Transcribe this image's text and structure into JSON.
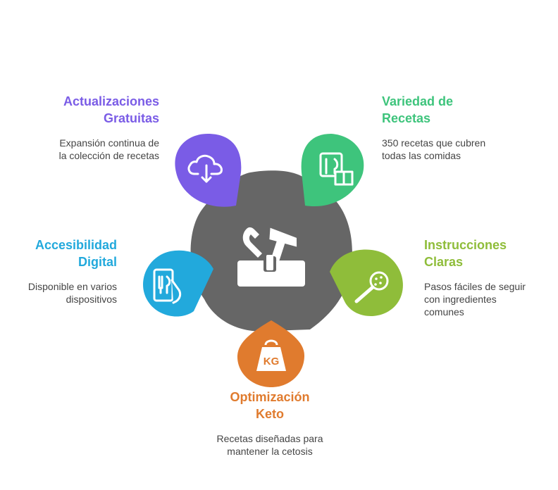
{
  "items": [
    {
      "title": [
        "Actualizaciones",
        "Gratuitas"
      ],
      "desc": [
        "Expansión continua de",
        "la colección de recetas"
      ],
      "color": "#7a5ce6",
      "icon": "cloud-download-icon"
    },
    {
      "title": [
        "Variedad de",
        "Recetas"
      ],
      "desc": [
        "350 recetas que cubren",
        "todas las comidas"
      ],
      "color": "#3ec47c",
      "icon": "recipe-book-icon"
    },
    {
      "title": [
        "Instrucciones",
        "Claras"
      ],
      "desc": [
        "Pasos fáciles de seguir",
        "con ingredientes",
        "comunes"
      ],
      "color": "#8fbd3a",
      "icon": "skimmer-spoon-icon"
    },
    {
      "title": [
        "Optimización",
        "Keto"
      ],
      "desc": [
        "Recetas diseñadas para",
        "mantener la cetosis"
      ],
      "color": "#e07b2e",
      "icon": "kettlebell-kg-icon",
      "icon_text": "KG"
    },
    {
      "title": [
        "Accesibilidad",
        "Digital"
      ],
      "desc": [
        "Disponible en varios",
        "dispositivos"
      ],
      "color": "#22a9dc",
      "icon": "phone-recipe-icon"
    }
  ],
  "hub": {
    "color": "#666666",
    "icon": "toolbox-icon"
  }
}
